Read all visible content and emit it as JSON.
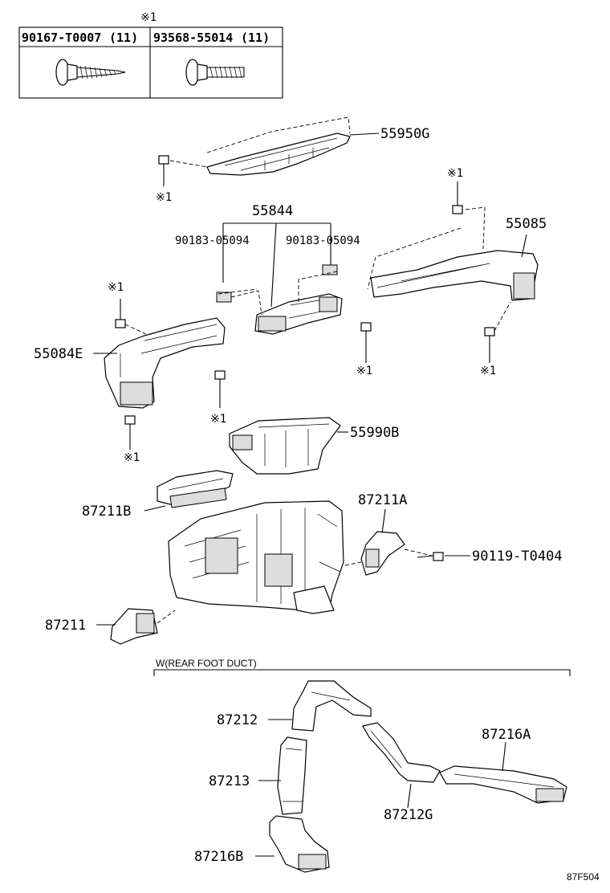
{
  "fastener_table": {
    "symbol": "※1",
    "columns": [
      {
        "part_no": "90167-T0007",
        "qty": "(11)"
      },
      {
        "part_no": "93568-55014",
        "qty": "(11)"
      }
    ]
  },
  "markers": {
    "x1": "※1"
  },
  "labels": {
    "p55950G": "55950G",
    "p55844": "55844",
    "p90183a": "90183-05094",
    "p90183b": "90183-05094",
    "p55085": "55085",
    "p55084E": "55084E",
    "p55990B": "55990B",
    "p87211B": "87211B",
    "p87211A": "87211A",
    "p90119": "90119-T0404",
    "p87211": "87211",
    "p87212": "87212",
    "p87216A": "87216A",
    "p87213": "87213",
    "p87212G": "87212G",
    "p87216B": "87216B"
  },
  "section_note": "W(REAR FOOT DUCT)",
  "figure_code": "87F504"
}
